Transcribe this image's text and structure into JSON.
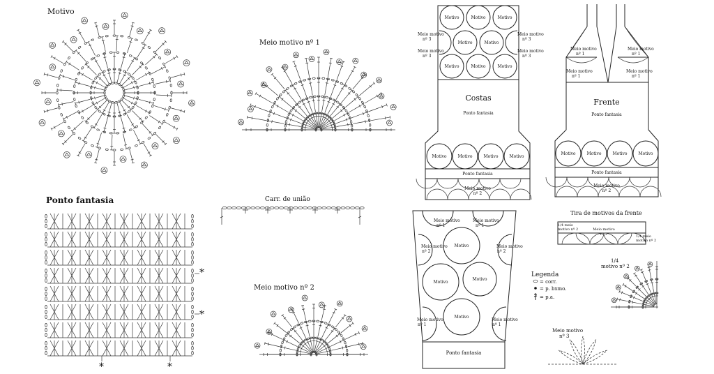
{
  "motivo": {
    "title": "Motivo"
  },
  "meio1": {
    "title": "Meio motivo nº 1"
  },
  "meio2": {
    "title": "Meio motivo nº 2"
  },
  "ponto": {
    "title": "Ponto fantasia",
    "marker": "*"
  },
  "uniao": {
    "title": "Carr. de união"
  },
  "costas": {
    "title": "Costas",
    "subtitle": "Ponto fantasia",
    "motif_label": "Motivo",
    "side_label_1": "Meio motivo",
    "side_label_2": "nº 3",
    "band_label": "Ponto fantasia",
    "bottom_label_1": "Meio motivo",
    "bottom_label_2": "nº 2"
  },
  "frente": {
    "title": "Frente",
    "subtitle": "Ponto fantasia",
    "motif_label": "Motivo",
    "side_label_1": "Meio motivo",
    "side_label_2": "nº 1",
    "band_label": "Ponto fantasia",
    "bottom_label_1": "Meio motivo",
    "bottom_label_2": "nº 2"
  },
  "manga": {
    "motif_label": "Motivo",
    "label_1": "Meio motivo",
    "label_n1": "nº 1",
    "label_n2": "nº 2",
    "bottom_label": "Ponto fantasia"
  },
  "tira": {
    "title": "Tira de motivos da frente",
    "quarter_1": "1/4 meio",
    "quarter_2": "motivo nº 2",
    "center_1": "Meio motivo",
    "center_2": "nº 2"
  },
  "quarter": {
    "title_1": "1/4",
    "title_2": "motivo nº 2"
  },
  "meio3": {
    "title_1": "Meio motivo",
    "title_2": "nº 3"
  },
  "legenda": {
    "title": "Legenda",
    "items": [
      "= corr.",
      "= p. bxmo.",
      "= p.a."
    ]
  }
}
